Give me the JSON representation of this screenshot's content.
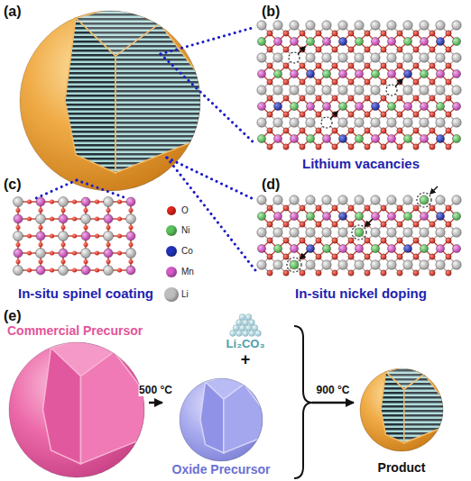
{
  "diagram": {
    "nodes": [
      {
        "text": [
          "Commercial Precursor"
        ]
      },
      {
        "text": [
          "Oxide Precursor"
        ]
      },
      {
        "text": [
          "Product"
        ]
      }
    ],
    "edges": [
      {
        "from": 0,
        "to": 1,
        "arrow": "to",
        "label": "500 °C"
      },
      {
        "from": 1,
        "to": 2,
        "arrow": "to",
        "label": "900 °C"
      }
    ],
    "labels": [
      "(a)",
      "(b)",
      "Lithium vacancies",
      "(c)",
      "(d)",
      "In-situ spinel coating",
      "In-situ nickel doping",
      "(e)",
      "Li₂CO₃",
      "+"
    ],
    "legend": [
      {
        "text": "O",
        "color": "#e3261c"
      },
      {
        "text": "Ni",
        "color": "#5cc25c"
      },
      {
        "text": "Co",
        "color": "#2233bb"
      },
      {
        "text": "Mn",
        "color": "#d45bc8"
      },
      {
        "text": "Li",
        "color": "#bdbdbd"
      }
    ]
  }
}
